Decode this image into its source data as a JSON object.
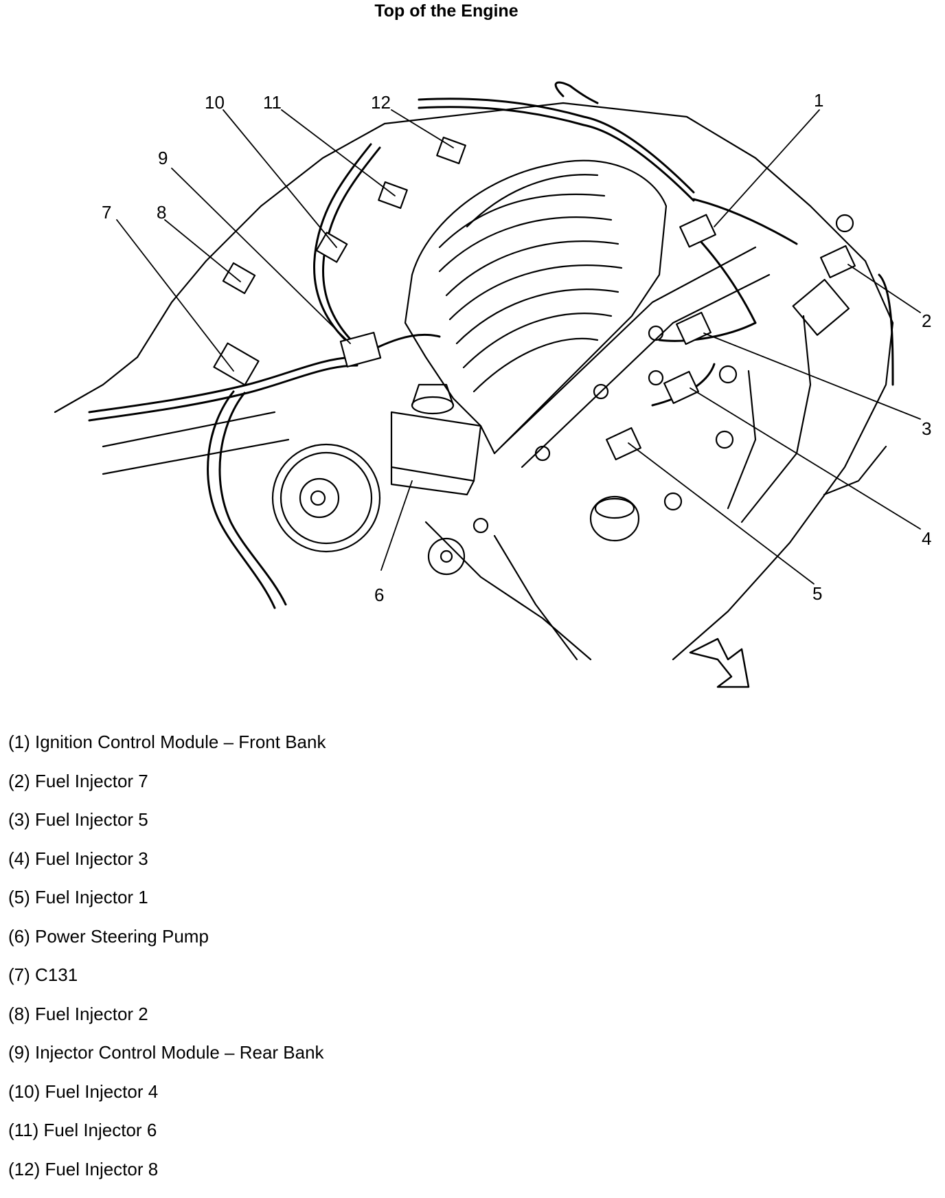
{
  "title": "Top of the Engine",
  "callouts": [
    "1",
    "2",
    "3",
    "4",
    "5",
    "6",
    "7",
    "8",
    "9",
    "10",
    "11",
    "12"
  ],
  "legend": [
    "(1) Ignition Control Module – Front Bank",
    "(2) Fuel Injector 7",
    "(3) Fuel Injector 5",
    "(4) Fuel Injector 3",
    "(5) Fuel Injector 1",
    "(6) Power Steering Pump",
    "(7) C131",
    "(8) Fuel Injector 2",
    "(9) Injector Control Module – Rear Bank",
    "(10) Fuel Injector 4",
    "(11) Fuel Injector 6",
    "(12) Fuel Injector 8"
  ]
}
